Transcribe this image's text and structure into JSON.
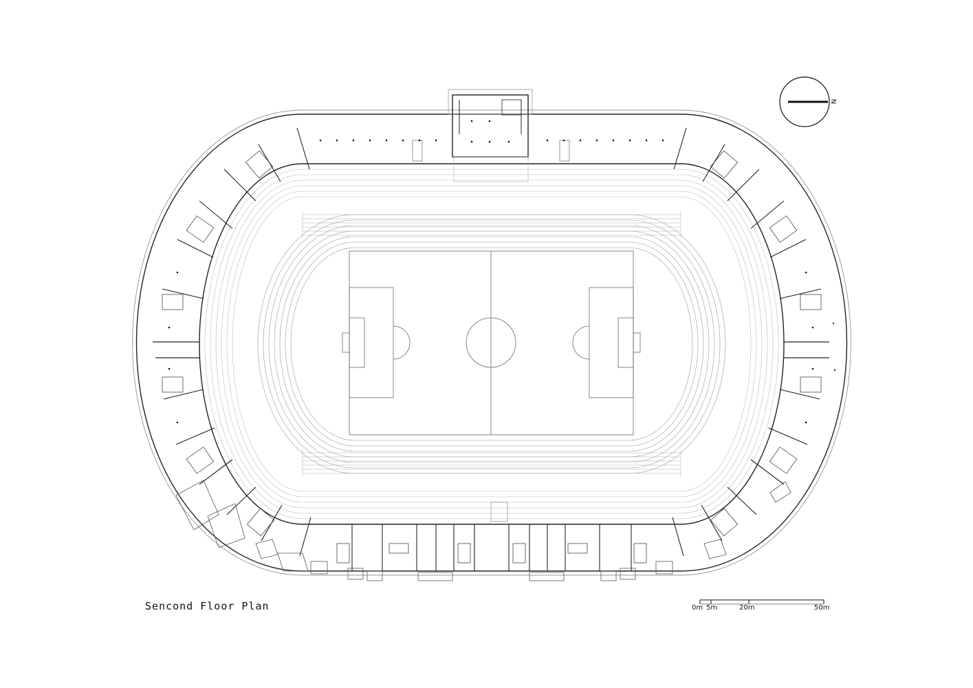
{
  "plan": {
    "title": "Sencond Floor Plan"
  },
  "north_arrow": {
    "label": "N"
  },
  "scale_bar": {
    "labels": [
      "0m",
      "5m",
      "20m",
      "50m"
    ]
  }
}
